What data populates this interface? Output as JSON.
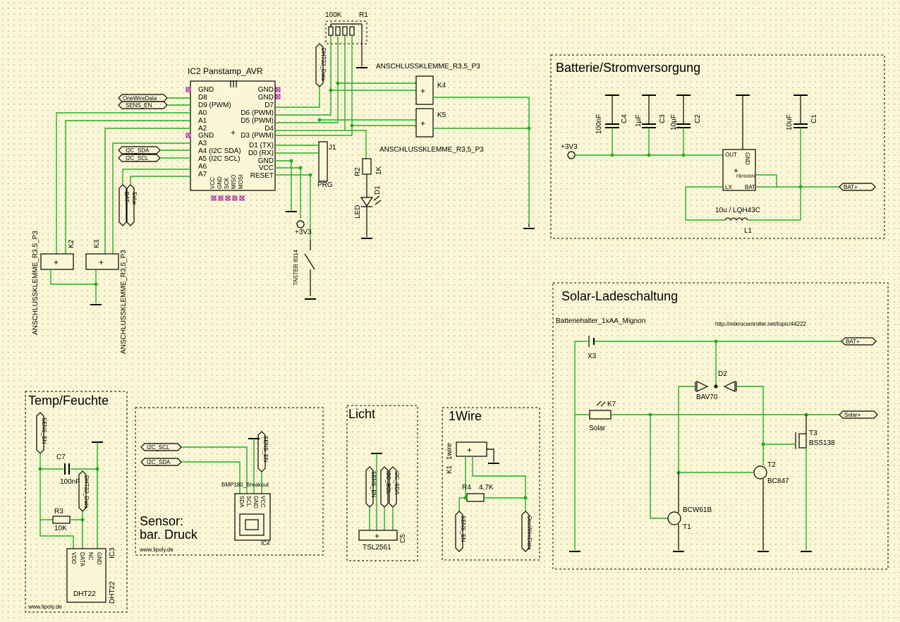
{
  "sections": {
    "battery": "Batterie/Stromversorgung",
    "solar": "Solar-Ladeschaltung",
    "temp": "Temp/Feuchte",
    "light": "Licht",
    "onewire": "1Wire",
    "sensor": "Sensor:",
    "sensor2": "bar. Druck"
  },
  "ic2": {
    "name": "IC2 Panstamp_AVR",
    "left_pins": [
      "GND",
      "D8",
      "D9 (PWM)",
      "A0",
      "A1",
      "A2",
      "GND",
      "A3",
      "A4 (I2C SDA)",
      "A5 (I2C SCL)",
      "A6",
      "A7"
    ],
    "right_pins": [
      "GND",
      "GND",
      "D7",
      "D6 (PWM)",
      "D5 (PWM)",
      "D4",
      "D3 (PWM)",
      "D1 (TX)",
      "D0 (RX)",
      "GND",
      "VCC",
      "RESET"
    ],
    "bottom_pins": [
      "VCC",
      "GND",
      "SCK",
      "MISO",
      "MOSI"
    ]
  },
  "r1": {
    "name": "R1",
    "value": "100K"
  },
  "connectors": {
    "k4": "K4",
    "k5": "K5",
    "k2": "K2",
    "k3": "K3",
    "klemme": "ANSCHLUSSKLEMME_R3,5_P3",
    "j1": "J1",
    "prg": "PRG"
  },
  "labels": {
    "onewire": "OneWireData",
    "sens_en": "SENS_EN",
    "i2c_sda": "I2C_SDA",
    "i2c_scl": "I2C_SCL",
    "bat": "BAT",
    "solar": "Solar",
    "dht22_data": "DHT22_Data",
    "bat_plus": "BAT+",
    "solar_plus": "Solar+",
    "v33": "+3V3"
  },
  "r2": {
    "name": "R2",
    "value": "1K"
  },
  "d1": {
    "name": "D1",
    "value": "LED"
  },
  "taster": "TASTER 9314",
  "battery_parts": {
    "c4": "C4",
    "c4v": "100nF",
    "c3": "C3",
    "c3v": "1µF",
    "c2": "C2",
    "c2v": "10µF",
    "c1": "C1",
    "c1v": "10uF",
    "reg_pins": [
      "OUT",
      "GND",
      "FB/SHDN",
      "LX",
      "BAT"
    ],
    "l1": "L1",
    "l1v": "10u / LQH43C"
  },
  "solar_parts": {
    "holder": "Batteriehalter_1xAA_Mignon",
    "url": "http://mikrocontroller.net/topic/44222",
    "x3": "X3",
    "d2": "D2",
    "d2v": "BAV70",
    "k7": "K7",
    "k7v": "Solar",
    "t3": "T3",
    "t3v": "BSS138",
    "t2": "T2",
    "t2v": "BC847",
    "t1": "T1",
    "t1v": "BCW61B"
  },
  "temp_parts": {
    "c7": "C7",
    "c7v": "100nF",
    "r3": "R3",
    "r3v": "10K",
    "ic3": "IC3",
    "ic3v": "DHT22",
    "pins": [
      "VDD",
      "DATA",
      "NC",
      "GND"
    ],
    "credit": "www.lipoly.de"
  },
  "sensor_parts": {
    "module": "BMP180_Breakout",
    "ic4": "IC4",
    "pins": [
      "SDA",
      "SCL",
      "GND",
      "VCC"
    ],
    "credit": "www.lipoly.de"
  },
  "light_parts": {
    "c5": "C5",
    "tsl": "TSL2561"
  },
  "wire_parts": {
    "k1": "K1",
    "k1v": "1wire",
    "r4": "R4",
    "r4v": "4,7K"
  }
}
